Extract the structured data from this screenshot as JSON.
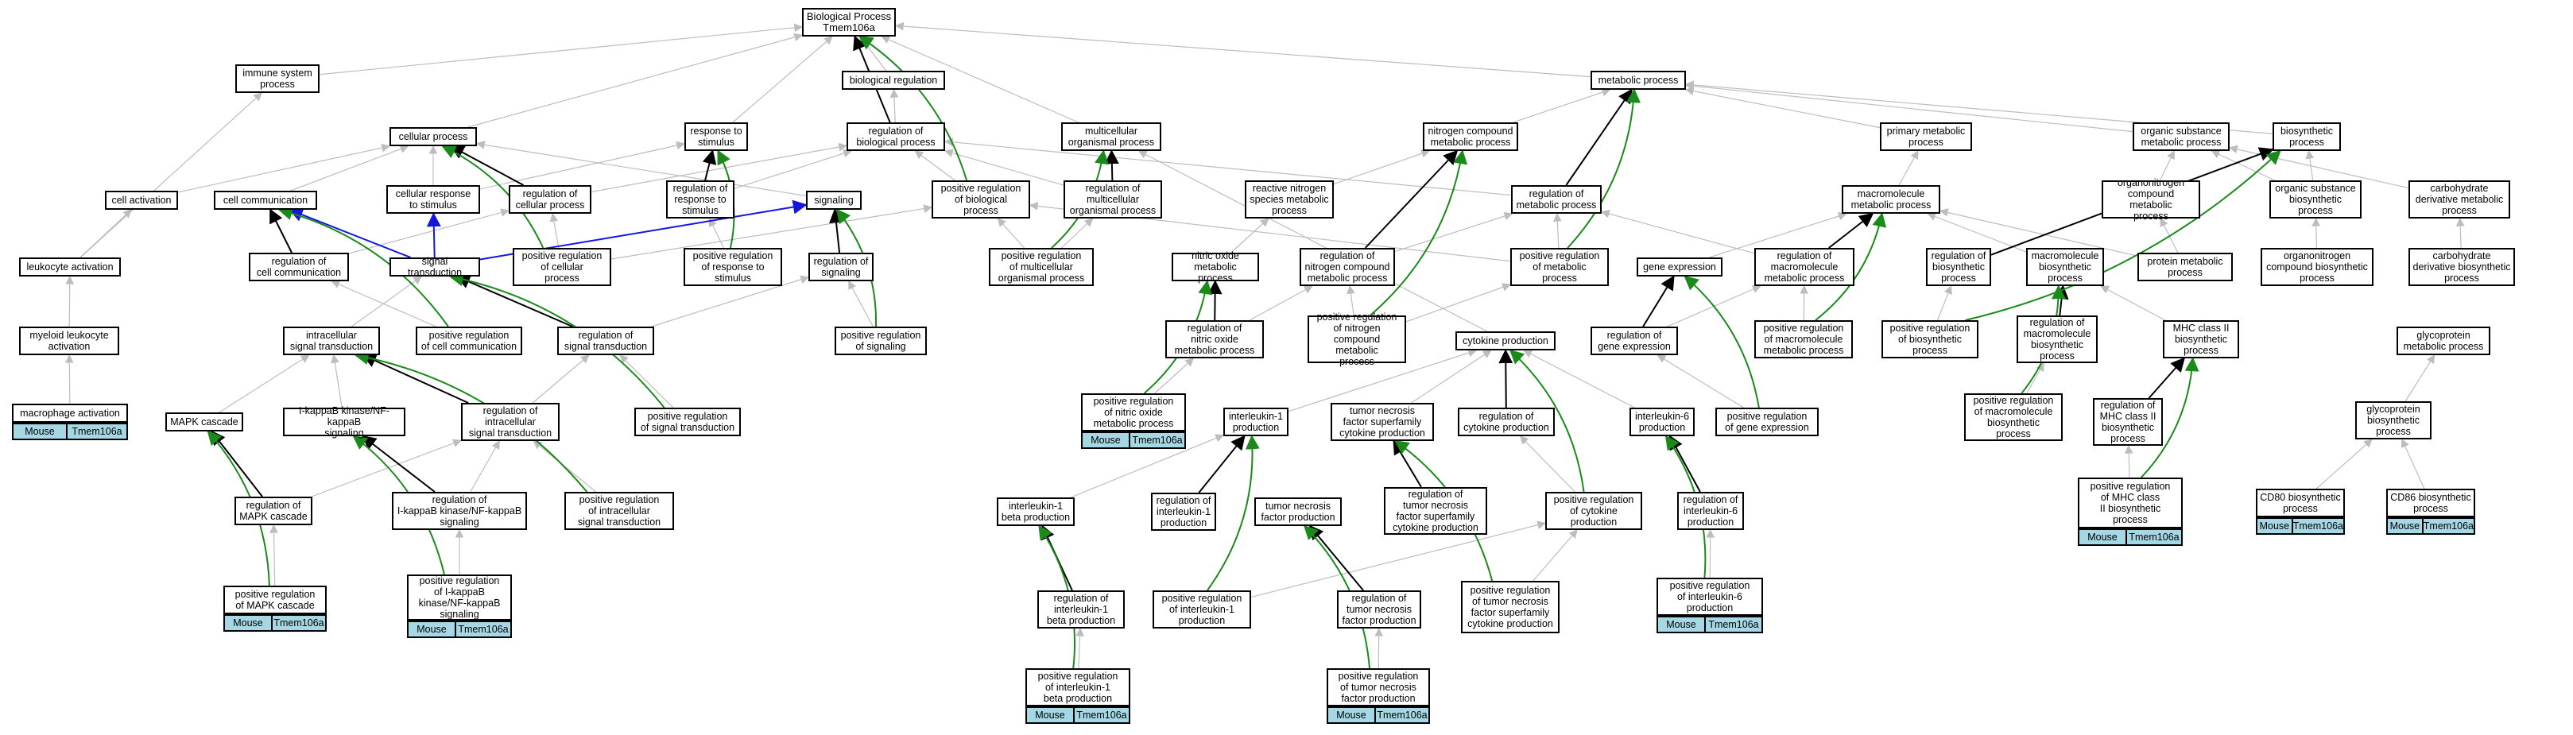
{
  "title": "Biological Process\nTmem106a",
  "colors": {
    "is_a": "#bdbdbd",
    "regulates": "#000000",
    "positively_regulates": "#1a8a1a",
    "part_of": "#1515e0",
    "gene_tag_bg": "#a6d7e4"
  },
  "nodes": {
    "bp": "Biological Process\nTmem106a",
    "immune": "immune system\nprocess",
    "breg": "biological regulation",
    "metab": "metabolic process",
    "cellproc": "cellular process",
    "resp": "response to\nstimulus",
    "regbio": "regulation of\nbiological process",
    "multi": "multicellular\norganismal process",
    "ncmp": "nitrogen compound\nmetabolic process",
    "primary": "primary metabolic\nprocess",
    "orgsub": "organic substance\nmetabolic process",
    "biosyn": "biosynthetic\nprocess",
    "cellact": "cell activation",
    "cellcomm": "cell communication",
    "cellresp": "cellular response\nto stimulus",
    "regcell": "regulation of\ncellular process",
    "regresp": "regulation of\nresponse to\nstimulus",
    "signaling": "signaling",
    "posregbio": "positive regulation\nof biological\nprocess",
    "regmulti": "regulation of\nmulticellular\norganismal process",
    "rnsmp": "reactive nitrogen\nspecies metabolic\nprocess",
    "regmetab": "regulation of\nmetabolic process",
    "macromol": "macromolecule\nmetabolic process",
    "orgnitro": "organonitrogen\ncompound metabolic\nprocess",
    "orgsubbio": "organic substance\nbiosynthetic\nprocess",
    "carbmeta": "carbohydrate\nderivative metabolic\nprocess",
    "leukact": "leukocyte activation",
    "regcellcomm": "regulation of\ncell communication",
    "sigtrans": "signal transduction",
    "posregcell": "positive regulation\nof cellular\nprocess",
    "posregresp": "positive regulation\nof response to\nstimulus",
    "regsig": "regulation of\nsignaling",
    "posregmulti": "positive regulation\nof multicellular\norganismal process",
    "no": "nitric oxide\nmetabolic process",
    "regncmp": "regulation of\nnitrogen compound\nmetabolic process",
    "posregmetab": "positive regulation\nof metabolic\nprocess",
    "geneexp": "gene expression",
    "regmacro": "regulation of\nmacromolecule\nmetabolic process",
    "regbiosyn": "regulation of\nbiosynthetic\nprocess",
    "macrobio": "macromolecule\nbiosynthetic\nprocess",
    "protmeta": "protein metabolic\nprocess",
    "orgnitrobio": "organonitrogen\ncompound biosynthetic\nprocess",
    "carbbio": "carbohydrate\nderivative biosynthetic\nprocess",
    "myeloid": "myeloid leukocyte\nactivation",
    "intra": "intracellular\nsignal transduction",
    "posregcellcomm": "positive regulation\nof cell communication",
    "regsigtrans": "regulation of\nsignal transduction",
    "posregsig": "positive regulation\nof signaling",
    "regno": "regulation of\nnitric oxide\nmetabolic process",
    "posregncmp": "positive regulation\nof nitrogen\ncompound metabolic\nprocess",
    "cytprod": "cytokine production",
    "reggene": "regulation of\ngene expression",
    "posregmacro": "positive regulation\nof macromolecule\nmetabolic process",
    "posregbiosyn": "positive regulation\nof biosynthetic\nprocess",
    "regmacrobio": "regulation of\nmacromolecule\nbiosynthetic\nprocess",
    "mhc": "MHC class II\nbiosynthetic\nprocess",
    "glycometa": "glycoprotein\nmetabolic process",
    "macroact": "macrophage activation",
    "mapk": "MAPK cascade",
    "ikb": "I-kappaB kinase/NF-kappaB\nsignaling",
    "regintra": "regulation of\nintracellular\nsignal transduction",
    "posregsigtrans": "positive regulation\nof signal transduction",
    "posregno": "positive regulation\nof nitric oxide\nmetabolic process",
    "il1": "interleukin-1\nproduction",
    "tnfsf": "tumor necrosis\nfactor superfamily\ncytokine production",
    "regcyt": "regulation of\ncytokine production",
    "il6": "interleukin-6\nproduction",
    "posreggene": "positive regulation\nof gene expression",
    "posregmacrobio": "positive regulation\nof macromolecule\nbiosynthetic\nprocess",
    "regmhc": "regulation of\nMHC class II\nbiosynthetic\nprocess",
    "glycobio": "glycoprotein\nbiosynthetic\nprocess",
    "regmapk": "regulation of\nMAPK cascade",
    "regikb": "regulation of\nI-kappaB kinase/NF-kappaB\nsignaling",
    "posregintra": "positive regulation\nof intracellular\nsignal transduction",
    "il1b": "interleukin-1\nbeta production",
    "regil1": "regulation of\ninterleukin-1\nproduction",
    "tnf": "tumor necrosis\nfactor production",
    "regtnfsf": "regulation of\ntumor necrosis\nfactor superfamily\ncytokine production",
    "posregcyt": "positive regulation\nof cytokine\nproduction",
    "regil6": "regulation of\ninterleukin-6\nproduction",
    "posregmhc": "positive regulation\nof MHC class\nII biosynthetic\nprocess",
    "cd80": "CD80 biosynthetic\nprocess",
    "cd86": "CD86 biosynthetic\nprocess",
    "posregmapk": "positive regulation\nof MAPK cascade",
    "posregikb": "positive regulation\nof I-kappaB\nkinase/NF-kappaB\nsignaling",
    "regil1b": "regulation of\ninterleukin-1\nbeta production",
    "posregil1": "positive regulation\nof interleukin-1\nproduction",
    "regtnf": "regulation of\ntumor necrosis\nfactor production",
    "posregtnfsf": "positive regulation\nof tumor necrosis\nfactor superfamily\ncytokine production",
    "posregil6": "positive regulation\nof interleukin-6\nproduction",
    "posregil1b": "positive regulation\nof interleukin-1\nbeta production",
    "posregtnf": "positive regulation\nof tumor necrosis\nfactor production"
  },
  "gene_tags": {
    "macroact": {
      "species": "Mouse",
      "gene": "Tmem106a"
    },
    "posregmapk": {
      "species": "Mouse",
      "gene": "Tmem106a"
    },
    "posregikb": {
      "species": "Mouse",
      "gene": "Tmem106a"
    },
    "posregno": {
      "species": "Mouse",
      "gene": "Tmem106a"
    },
    "posregil1b": {
      "species": "Mouse",
      "gene": "Tmem106a"
    },
    "posregtnf": {
      "species": "Mouse",
      "gene": "Tmem106a"
    },
    "posregil6": {
      "species": "Mouse",
      "gene": "Tmem106a"
    },
    "posregmhc": {
      "species": "Mouse",
      "gene": "Tmem106a"
    },
    "cd80": {
      "species": "Mouse",
      "gene": "Tmem106a"
    },
    "cd86": {
      "species": "Mouse",
      "gene": "Tmem106a"
    }
  },
  "edges": [
    {
      "from": "immune",
      "to": "bp",
      "type": "is_a"
    },
    {
      "from": "breg",
      "to": "bp",
      "type": "is_a"
    },
    {
      "from": "metab",
      "to": "bp",
      "type": "is_a"
    },
    {
      "from": "cellproc",
      "to": "bp",
      "type": "is_a"
    },
    {
      "from": "resp",
      "to": "bp",
      "type": "is_a"
    },
    {
      "from": "regbio",
      "to": "bp",
      "type": "regulates"
    },
    {
      "from": "multi",
      "to": "bp",
      "type": "is_a"
    },
    {
      "from": "posregbio",
      "to": "bp",
      "type": "positively_regulates"
    },
    {
      "from": "regbio",
      "to": "breg",
      "type": "is_a"
    },
    {
      "from": "ncmp",
      "to": "metab",
      "type": "is_a"
    },
    {
      "from": "primary",
      "to": "metab",
      "type": "is_a"
    },
    {
      "from": "orgsub",
      "to": "metab",
      "type": "is_a"
    },
    {
      "from": "biosyn",
      "to": "metab",
      "type": "is_a"
    },
    {
      "from": "regmetab",
      "to": "metab",
      "type": "regulates"
    },
    {
      "from": "posregmetab",
      "to": "metab",
      "type": "positively_regulates"
    },
    {
      "from": "cellact",
      "to": "cellproc",
      "type": "is_a"
    },
    {
      "from": "cellcomm",
      "to": "cellproc",
      "type": "is_a"
    },
    {
      "from": "cellresp",
      "to": "cellproc",
      "type": "is_a"
    },
    {
      "from": "regcell",
      "to": "cellproc",
      "type": "regulates"
    },
    {
      "from": "posregcell",
      "to": "cellproc",
      "type": "positively_regulates"
    },
    {
      "from": "signaling",
      "to": "cellproc",
      "type": "is_a"
    },
    {
      "from": "regresp",
      "to": "resp",
      "type": "regulates"
    },
    {
      "from": "posregresp",
      "to": "resp",
      "type": "positively_regulates"
    },
    {
      "from": "cellresp",
      "to": "resp",
      "type": "is_a"
    },
    {
      "from": "regcell",
      "to": "regbio",
      "type": "is_a"
    },
    {
      "from": "regresp",
      "to": "regbio",
      "type": "is_a"
    },
    {
      "from": "posregbio",
      "to": "regbio",
      "type": "is_a"
    },
    {
      "from": "regmulti",
      "to": "regbio",
      "type": "is_a"
    },
    {
      "from": "regmetab",
      "to": "regbio",
      "type": "is_a"
    },
    {
      "from": "regmulti",
      "to": "multi",
      "type": "regulates"
    },
    {
      "from": "posregmulti",
      "to": "multi",
      "type": "positively_regulates"
    },
    {
      "from": "rnsmp",
      "to": "ncmp",
      "type": "is_a"
    },
    {
      "from": "regncmp",
      "to": "ncmp",
      "type": "regulates"
    },
    {
      "from": "posregncmp",
      "to": "ncmp",
      "type": "positively_regulates"
    },
    {
      "from": "macromol",
      "to": "primary",
      "type": "is_a"
    },
    {
      "from": "orgnitro",
      "to": "orgsub",
      "type": "is_a"
    },
    {
      "from": "orgsubbio",
      "to": "orgsub",
      "type": "is_a"
    },
    {
      "from": "carbmeta",
      "to": "orgsub",
      "type": "is_a"
    },
    {
      "from": "orgsubbio",
      "to": "biosyn",
      "type": "is_a"
    },
    {
      "from": "regbiosyn",
      "to": "biosyn",
      "type": "regulates"
    },
    {
      "from": "posregbiosyn",
      "to": "biosyn",
      "type": "positively_regulates"
    },
    {
      "from": "leukact",
      "to": "cellact",
      "type": "is_a"
    },
    {
      "from": "leukact",
      "to": "immune",
      "type": "is_a"
    },
    {
      "from": "regcellcomm",
      "to": "cellcomm",
      "type": "regulates"
    },
    {
      "from": "sigtrans",
      "to": "cellcomm",
      "type": "part_of"
    },
    {
      "from": "posregcellcomm",
      "to": "cellcomm",
      "type": "positively_regulates"
    },
    {
      "from": "sigtrans",
      "to": "cellresp",
      "type": "part_of"
    },
    {
      "from": "posregcell",
      "to": "regcell",
      "type": "is_a"
    },
    {
      "from": "regcellcomm",
      "to": "regcell",
      "type": "is_a"
    },
    {
      "from": "posregresp",
      "to": "regresp",
      "type": "is_a"
    },
    {
      "from": "sigtrans",
      "to": "signaling",
      "type": "part_of"
    },
    {
      "from": "regsig",
      "to": "signaling",
      "type": "regulates"
    },
    {
      "from": "posregsig",
      "to": "signaling",
      "type": "positively_regulates"
    },
    {
      "from": "posregcell",
      "to": "posregbio",
      "type": "is_a"
    },
    {
      "from": "posregmulti",
      "to": "posregbio",
      "type": "is_a"
    },
    {
      "from": "posregmetab",
      "to": "posregbio",
      "type": "is_a"
    },
    {
      "from": "posregmulti",
      "to": "regmulti",
      "type": "is_a"
    },
    {
      "from": "no",
      "to": "rnsmp",
      "type": "is_a"
    },
    {
      "from": "regncmp",
      "to": "regmetab",
      "type": "is_a"
    },
    {
      "from": "posregmetab",
      "to": "regmetab",
      "type": "is_a"
    },
    {
      "from": "regmacro",
      "to": "regmetab",
      "type": "is_a"
    },
    {
      "from": "geneexp",
      "to": "macromol",
      "type": "is_a"
    },
    {
      "from": "regmacro",
      "to": "macromol",
      "type": "regulates"
    },
    {
      "from": "posregmacro",
      "to": "macromol",
      "type": "positively_regulates"
    },
    {
      "from": "macrobio",
      "to": "macromol",
      "type": "is_a"
    },
    {
      "from": "protmeta",
      "to": "macromol",
      "type": "is_a"
    },
    {
      "from": "protmeta",
      "to": "orgnitro",
      "type": "is_a"
    },
    {
      "from": "orgnitrobio",
      "to": "orgsubbio",
      "type": "is_a"
    },
    {
      "from": "carbbio",
      "to": "carbmeta",
      "type": "is_a"
    },
    {
      "from": "myeloid",
      "to": "leukact",
      "type": "is_a"
    },
    {
      "from": "intra",
      "to": "sigtrans",
      "type": "is_a"
    },
    {
      "from": "regsigtrans",
      "to": "sigtrans",
      "type": "regulates"
    },
    {
      "from": "posregsigtrans",
      "to": "sigtrans",
      "type": "positively_regulates"
    },
    {
      "from": "regsigtrans",
      "to": "regsig",
      "type": "is_a"
    },
    {
      "from": "posregsig",
      "to": "regsig",
      "type": "is_a"
    },
    {
      "from": "posregcellcomm",
      "to": "regcellcomm",
      "type": "is_a"
    },
    {
      "from": "regno",
      "to": "no",
      "type": "regulates"
    },
    {
      "from": "posregno",
      "to": "no",
      "type": "positively_regulates"
    },
    {
      "from": "regno",
      "to": "regncmp",
      "type": "is_a"
    },
    {
      "from": "posregncmp",
      "to": "regncmp",
      "type": "is_a"
    },
    {
      "from": "posregncmp",
      "to": "posregmetab",
      "type": "is_a"
    },
    {
      "from": "reggene",
      "to": "geneexp",
      "type": "regulates"
    },
    {
      "from": "posreggene",
      "to": "geneexp",
      "type": "positively_regulates"
    },
    {
      "from": "cytprod",
      "to": "multi",
      "type": "is_a"
    },
    {
      "from": "reggene",
      "to": "regmacro",
      "type": "is_a"
    },
    {
      "from": "posregmacro",
      "to": "regmacro",
      "type": "is_a"
    },
    {
      "from": "posregbiosyn",
      "to": "regbiosyn",
      "type": "is_a"
    },
    {
      "from": "regmacrobio",
      "to": "macrobio",
      "type": "regulates"
    },
    {
      "from": "posregmacrobio",
      "to": "macrobio",
      "type": "positively_regulates"
    },
    {
      "from": "mhc",
      "to": "macrobio",
      "type": "is_a"
    },
    {
      "from": "glycobio",
      "to": "glycometa",
      "type": "is_a"
    },
    {
      "from": "macroact",
      "to": "myeloid",
      "type": "is_a"
    },
    {
      "from": "mapk",
      "to": "intra",
      "type": "is_a"
    },
    {
      "from": "ikb",
      "to": "intra",
      "type": "is_a"
    },
    {
      "from": "regintra",
      "to": "intra",
      "type": "regulates"
    },
    {
      "from": "posregintra",
      "to": "intra",
      "type": "positively_regulates"
    },
    {
      "from": "posregsigtrans",
      "to": "regsigtrans",
      "type": "is_a"
    },
    {
      "from": "regintra",
      "to": "regsigtrans",
      "type": "is_a"
    },
    {
      "from": "posregno",
      "to": "regno",
      "type": "is_a"
    },
    {
      "from": "il1",
      "to": "cytprod",
      "type": "is_a"
    },
    {
      "from": "tnfsf",
      "to": "cytprod",
      "type": "is_a"
    },
    {
      "from": "regcyt",
      "to": "cytprod",
      "type": "regulates"
    },
    {
      "from": "posregcyt",
      "to": "cytprod",
      "type": "positively_regulates"
    },
    {
      "from": "il6",
      "to": "cytprod",
      "type": "is_a"
    },
    {
      "from": "posreggene",
      "to": "reggene",
      "type": "is_a"
    },
    {
      "from": "posregmacrobio",
      "to": "regmacrobio",
      "type": "is_a"
    },
    {
      "from": "regmhc",
      "to": "mhc",
      "type": "regulates"
    },
    {
      "from": "posregmhc",
      "to": "mhc",
      "type": "positively_regulates"
    },
    {
      "from": "regmapk",
      "to": "mapk",
      "type": "regulates"
    },
    {
      "from": "posregmapk",
      "to": "mapk",
      "type": "positively_regulates"
    },
    {
      "from": "regikb",
      "to": "ikb",
      "type": "regulates"
    },
    {
      "from": "posregikb",
      "to": "ikb",
      "type": "positively_regulates"
    },
    {
      "from": "posregintra",
      "to": "regintra",
      "type": "is_a"
    },
    {
      "from": "regmapk",
      "to": "regintra",
      "type": "is_a"
    },
    {
      "from": "regikb",
      "to": "regintra",
      "type": "is_a"
    },
    {
      "from": "il1b",
      "to": "il1",
      "type": "is_a"
    },
    {
      "from": "regil1",
      "to": "il1",
      "type": "regulates"
    },
    {
      "from": "posregil1",
      "to": "il1",
      "type": "positively_regulates"
    },
    {
      "from": "regtnfsf",
      "to": "tnfsf",
      "type": "regulates"
    },
    {
      "from": "posregtnfsf",
      "to": "tnfsf",
      "type": "positively_regulates"
    },
    {
      "from": "posregcyt",
      "to": "regcyt",
      "type": "is_a"
    },
    {
      "from": "regil6",
      "to": "il6",
      "type": "regulates"
    },
    {
      "from": "posregil6",
      "to": "il6",
      "type": "positively_regulates"
    },
    {
      "from": "posregmhc",
      "to": "regmhc",
      "type": "is_a"
    },
    {
      "from": "cd80",
      "to": "glycobio",
      "type": "is_a"
    },
    {
      "from": "cd86",
      "to": "glycobio",
      "type": "is_a"
    },
    {
      "from": "posregmapk",
      "to": "regmapk",
      "type": "is_a"
    },
    {
      "from": "posregikb",
      "to": "regikb",
      "type": "is_a"
    },
    {
      "from": "regil1b",
      "to": "il1b",
      "type": "regulates"
    },
    {
      "from": "posregil1b",
      "to": "il1b",
      "type": "positively_regulates"
    },
    {
      "from": "regtnf",
      "to": "tnf",
      "type": "regulates"
    },
    {
      "from": "posregtnf",
      "to": "tnf",
      "type": "positively_regulates"
    },
    {
      "from": "posregil6",
      "to": "regil6",
      "type": "is_a"
    },
    {
      "from": "posregil1b",
      "to": "regil1b",
      "type": "is_a"
    },
    {
      "from": "posregtnf",
      "to": "regtnf",
      "type": "is_a"
    },
    {
      "from": "posregtnfsf",
      "to": "posregcyt",
      "type": "is_a"
    },
    {
      "from": "posregil1",
      "to": "posregcyt",
      "type": "is_a"
    }
  ]
}
